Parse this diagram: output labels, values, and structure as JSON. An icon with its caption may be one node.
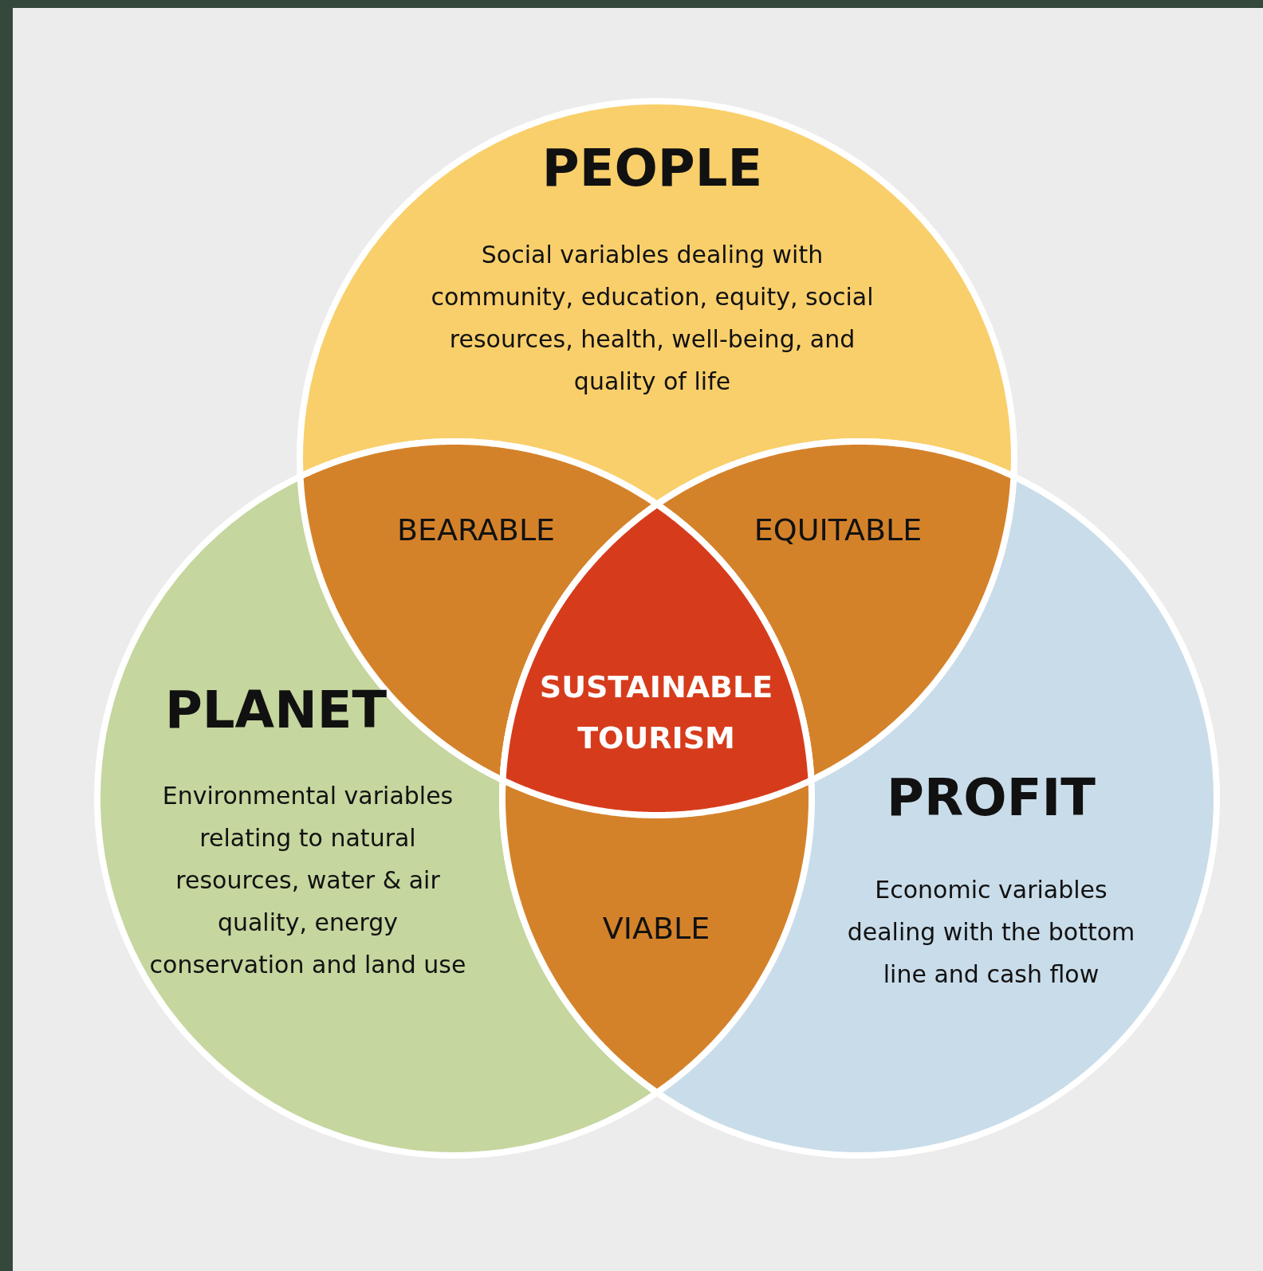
{
  "diagram": {
    "nodes": [
      {
        "text": [
          "PEOPLE",
          "Social variables dealing with community, education, equity, social resources, health, well-being, and quality of life"
        ]
      },
      {
        "text": [
          "BEARABLE"
        ]
      },
      {
        "text": [
          "EQUITABLE"
        ]
      },
      {
        "text": [
          "PLANET",
          "Environmental variables relating to natural resources, water & air quality, energy conservation and land use"
        ]
      },
      {
        "text": [
          "SUSTAINABLE TOURISM"
        ]
      },
      {
        "text": [
          "PROFIT",
          "Economic variables dealing with the bottom line and cash flow"
        ]
      },
      {
        "text": [
          "VIABLE"
        ]
      }
    ]
  }
}
